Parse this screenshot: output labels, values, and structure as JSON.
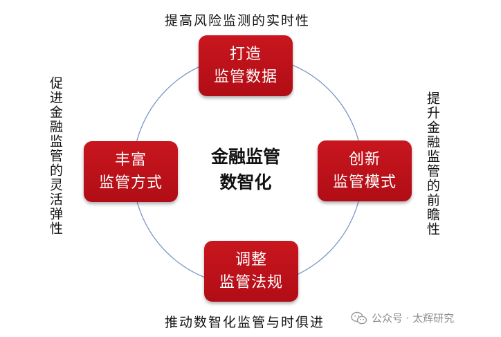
{
  "diagram": {
    "center": {
      "line1": "金融监管",
      "line2": "数智化"
    },
    "nodes": {
      "top": {
        "line1": "打造",
        "line2": "监管数据"
      },
      "right": {
        "line1": "创新",
        "line2": "监管模式"
      },
      "bottom": {
        "line1": "调整",
        "line2": "监管法规"
      },
      "left": {
        "line1": "丰富",
        "line2": "监管方式"
      }
    },
    "outer_labels": {
      "top": "提高风险监测的实时性",
      "right": "提升金融监管的前瞻性",
      "bottom": "推动数智化监管与时俱进",
      "left": "促进金融监管的灵活弹性"
    },
    "colors": {
      "node_fill": "#c8161e",
      "node_text": "#ffffff",
      "ring_stroke": "#7b97c7",
      "label_text": "#111111"
    }
  },
  "watermark": {
    "icon": "wechat-icon",
    "text": "公众号 · 太辉研究"
  }
}
